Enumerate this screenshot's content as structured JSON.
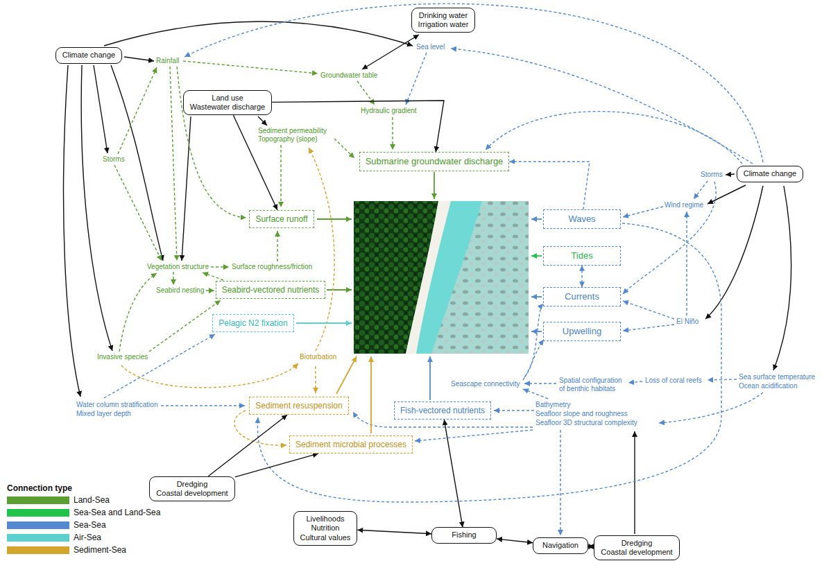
{
  "diagram": {
    "nodes": [
      {
        "text": [
          "Drinking water",
          "Irrigation water"
        ]
      },
      {
        "text": [
          "Climate change"
        ]
      },
      {
        "text": [
          "Land use",
          "Wastewater discharge"
        ]
      },
      {
        "text": [
          "Submarine groundwater discharge"
        ]
      },
      {
        "text": [
          "Climate change"
        ]
      },
      {
        "text": [
          "Surface runoff"
        ]
      },
      {
        "text": [
          "Waves"
        ]
      },
      {
        "text": [
          "Tides"
        ]
      },
      {
        "text": [
          "Pelagic N2 fixation"
        ]
      },
      {
        "text": [
          "Seabird-vectored nutrients"
        ]
      },
      {
        "text": [
          "Currents"
        ]
      },
      {
        "text": [
          "Upwelling"
        ]
      },
      {
        "text": [
          "Sediment resuspension"
        ]
      },
      {
        "text": [
          "Fish-vectored nutrients"
        ]
      },
      {
        "text": [
          "Sediment microbial processes"
        ]
      },
      {
        "text": [
          "Dredging",
          "Coastal development"
        ]
      },
      {
        "text": [
          "Livelihoods",
          "Nutrition",
          "Cultural values"
        ]
      },
      {
        "text": [
          "Fishing"
        ]
      },
      {
        "text": [
          "Navigation"
        ]
      },
      {
        "text": [
          "Dredging",
          "Coastal development"
        ]
      }
    ],
    "edges": [
      {
        "from": 2,
        "to": 5,
        "arrow": "to"
      },
      {
        "from": 2,
        "to": 3,
        "arrow": "to"
      },
      {
        "from": 15,
        "to": 12,
        "arrow": "to"
      },
      {
        "from": 15,
        "to": 14,
        "arrow": "to"
      },
      {
        "from": 16,
        "to": 17,
        "arrow": "both"
      },
      {
        "from": 13,
        "to": 17,
        "arrow": "both"
      },
      {
        "from": 17,
        "to": 18,
        "arrow": "both"
      },
      {
        "from": 18,
        "to": 19,
        "arrow": "both"
      },
      {
        "from": 7,
        "to": 10,
        "arrow": "both"
      },
      {
        "from": 6,
        "to": 3,
        "arrow": "to"
      }
    ],
    "labels": [
      "Rainfall",
      "Groundwater table",
      "Sea level",
      "Hydraulic gradient",
      "Storms",
      "Sediment permeability",
      "Topography (slope)",
      "Storms",
      "Wind regime",
      "Vegetation structure",
      "Surface roughness/friction",
      "Seabird nesting",
      "El Niño",
      "Sea surface temperature",
      "Ocean acidification",
      "Invasive species",
      "Bioturbation",
      "Seascape connectivity",
      "Spatial configuration of benthic habitats",
      "Loss of coral reefs",
      "Bathymetry",
      "Seafloor slope and roughness",
      "Seafloor 3D structural complexity",
      "Water column stratification",
      "Mixed layer depth",
      "Connection type"
    ],
    "legend": [
      {
        "text": "Land-Sea",
        "color": "#5b9f33"
      },
      {
        "text": "Sea-Sea and Land-Sea",
        "color": "#22c34a"
      },
      {
        "text": "Sea-Sea",
        "color": "#5289d0"
      },
      {
        "text": "Air-Sea",
        "color": "#5ccfcf"
      },
      {
        "text": "Sediment-Sea",
        "color": "#d4a52c"
      }
    ]
  }
}
